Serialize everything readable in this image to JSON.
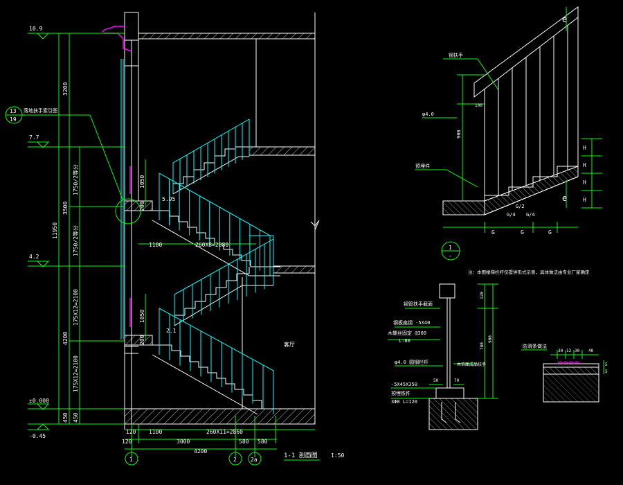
{
  "colors": {
    "background": "#000000",
    "structure": "#ffffff",
    "railing": "#00ffff",
    "dimension": "#00ff00",
    "text": "#ffffff",
    "accent": "#ff00ff",
    "label": "#ffff00"
  },
  "section": {
    "elevations": [
      "10.9",
      "7.7",
      "4.2",
      "±0.000",
      "-0.45"
    ],
    "landing_elevations": [
      "5.95",
      "2.1"
    ],
    "dims_left_outer": [
      "11950"
    ],
    "dims_left_mid": [
      "3200",
      "3500",
      "4200",
      "450"
    ],
    "dims_left_inner": [
      "1750/2等分",
      "1750/2等分",
      "175X12=2100",
      "175X12=2100",
      "450"
    ],
    "dims_rail": [
      "1050",
      "1050"
    ],
    "dims_landing": [
      "200",
      "200"
    ],
    "dims_mid": [
      "1100",
      "260X8=2080"
    ],
    "dims_bottom_row1": [
      "120",
      "1100",
      "260X11=2860"
    ],
    "dims_bottom_row2": [
      "120",
      "3000",
      "580",
      "580"
    ],
    "dims_bottom_total": "4200",
    "axes": [
      "1",
      "2",
      "2a"
    ],
    "detail_callout": {
      "top": "13",
      "bottom": "19"
    },
    "callout_label": "落地扶手索引图",
    "room_label": "客厅",
    "title": "1-1 剖面图",
    "scale": "1:50"
  },
  "detail1": {
    "label_top": "e",
    "label_bottom": "e",
    "notes": [
      "钢扶手",
      "φ4.0",
      "预埋件"
    ],
    "dims": [
      "100",
      "900",
      "H",
      "H",
      "H",
      "H"
    ],
    "dims_tread": [
      "G/2",
      "G/4",
      "G/4",
      "G",
      "G",
      "G"
    ],
    "callout": {
      "top": "1",
      "bottom": "-"
    }
  },
  "note": "注：本图楼梯栏杆仅提供形式示意，具体做法由专业厂家确定",
  "detail2": {
    "labels": [
      "钢管扶手截面",
      "钢板扁钢  -5X40",
      "木螺丝固定  @300",
      "L:80",
      "φ4.0  圆钢栏杆",
      "-5X45X350",
      "预埋铁件",
      "3Φ8  L=120",
      "木饰面成品扶手"
    ],
    "dims_right": [
      "120",
      "780",
      "900"
    ],
    "dims_bottom": [
      "50",
      "70"
    ]
  },
  "detail3": {
    "label": "防滑条做法",
    "dims": [
      "30",
      "12",
      "30",
      "40",
      "5",
      "5"
    ]
  }
}
